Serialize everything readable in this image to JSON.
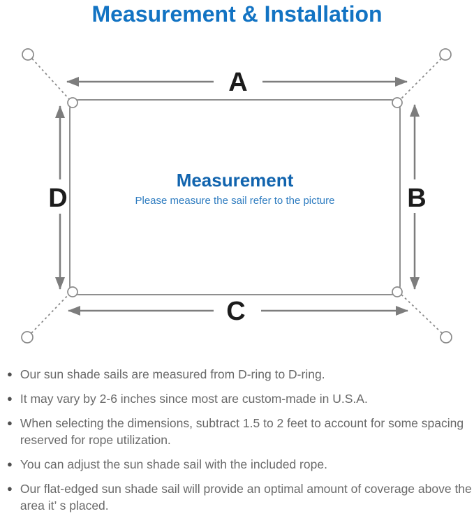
{
  "title": "Measurement & Installation",
  "diagram": {
    "edge_labels": {
      "top": "A",
      "right": "B",
      "bottom": "C",
      "left": "D"
    },
    "center": {
      "heading": "Measurement",
      "subtitle": "Please measure the sail refer to the picture"
    }
  },
  "notes": {
    "bullet_glyph": "●",
    "items": [
      {
        "text": "Our sun shade sails are measured from D-ring to D-ring."
      },
      {
        "text": "It may vary by 2-6 inches since most are custom-made in U.S.A."
      },
      {
        "text": "When selecting the dimensions, subtract 1.5 to 2 feet to account for some spacing reserved for rope utilization."
      },
      {
        "text": "You can adjust the sun shade sail with the included rope."
      },
      {
        "text": "Our flat-edged sun shade sail will provide an optimal amount of coverage above the area it’ s placed."
      }
    ]
  },
  "colors": {
    "title_blue": "#1273c3",
    "center_heading_blue": "#1164ae",
    "center_subtitle_blue": "#2e7cc0",
    "arrow_gray": "#7d7d7d",
    "outline_gray": "#8a8a8a",
    "label_black": "#1c1c1c",
    "note_text_gray": "#696969"
  }
}
